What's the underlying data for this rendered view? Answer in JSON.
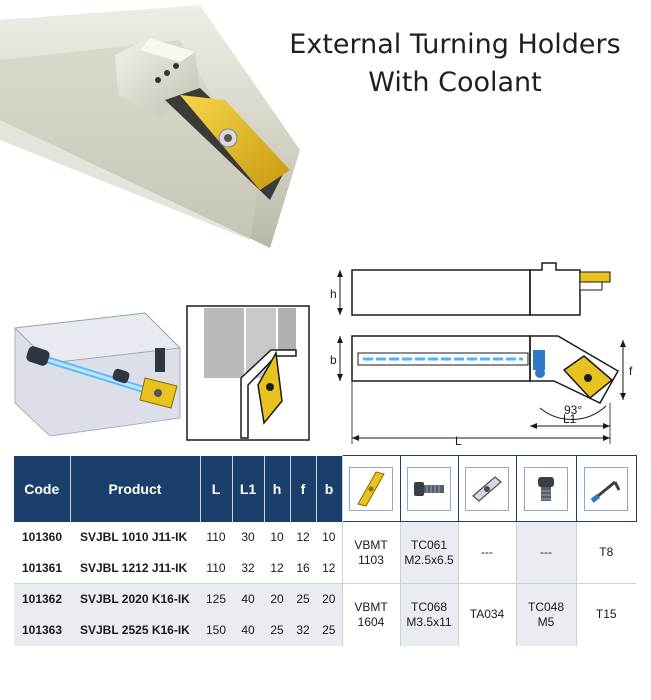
{
  "title": {
    "line1": "External Turning Holders",
    "line2": "With Coolant"
  },
  "drawing": {
    "labels": {
      "h": "h",
      "b": "b",
      "f": "f",
      "angle": "93°",
      "l1": "L1",
      "l": "L"
    }
  },
  "table": {
    "headers": {
      "code": "Code",
      "product": "Product",
      "l": "L",
      "l1": "L1",
      "h": "h",
      "f": "f",
      "b": "b"
    },
    "icons": [
      "insert-icon",
      "screw-icon",
      "shim-icon",
      "shim-screw-icon",
      "torx-key-icon"
    ],
    "rows": [
      {
        "code": "101360",
        "product": "SVJBL 1010 J11-IK",
        "l": "110",
        "l1": "30",
        "h": "10",
        "f": "12",
        "b": "10"
      },
      {
        "code": "101361",
        "product": "SVJBL 1212 J11-IK",
        "l": "110",
        "l1": "32",
        "h": "12",
        "f": "16",
        "b": "12"
      },
      {
        "code": "101362",
        "product": "SVJBL 2020 K16-IK",
        "l": "125",
        "l1": "40",
        "h": "20",
        "f": "25",
        "b": "20"
      },
      {
        "code": "101363",
        "product": "SVJBL 2525 K16-IK",
        "l": "150",
        "l1": "40",
        "h": "25",
        "f": "32",
        "b": "25"
      }
    ],
    "groups": [
      {
        "insert_line1": "VBMT",
        "insert_line2": "1103",
        "screw_line1": "TC061",
        "screw_line2": "M2.5x6.5",
        "shim": "---",
        "shim_screw_line1": "---",
        "shim_screw_line2": "",
        "key": "T8"
      },
      {
        "insert_line1": "VBMT",
        "insert_line2": "1604",
        "screw_line1": "TC068",
        "screw_line2": "M3.5x11",
        "shim": "TA034",
        "shim_screw_line1": "TC048",
        "shim_screw_line2": "M5",
        "key": "T15"
      }
    ]
  }
}
